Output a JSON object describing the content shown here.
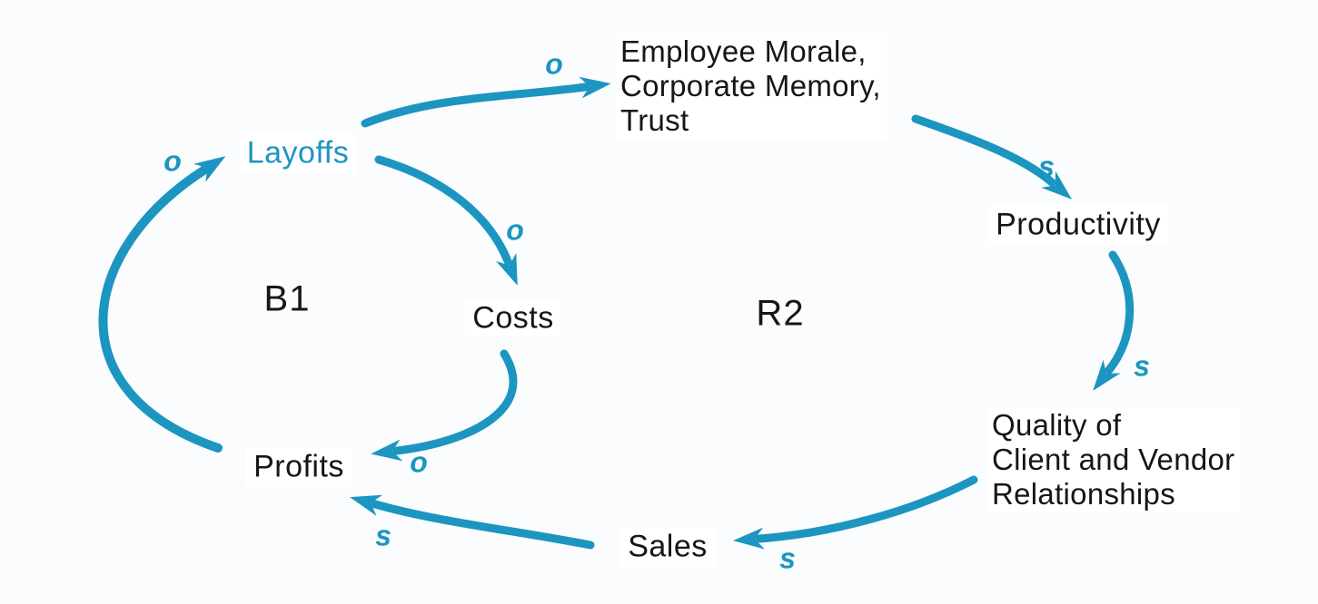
{
  "colors": {
    "accent": "#1C95C1",
    "text": "#161616",
    "background": "#FAFCFD"
  },
  "loops": [
    {
      "label": "B1"
    },
    {
      "label": "R2"
    }
  ],
  "nodes": [
    {
      "id": "layoffs",
      "lines": [
        "Layoffs"
      ]
    },
    {
      "id": "employee-morale",
      "lines": [
        "Employee Morale,",
        "Corporate Memory,",
        "Trust"
      ]
    },
    {
      "id": "productivity",
      "lines": [
        "Productivity"
      ]
    },
    {
      "id": "quality-relationships",
      "lines": [
        "Quality of",
        "Client and Vendor",
        "Relationships"
      ]
    },
    {
      "id": "sales",
      "lines": [
        "Sales"
      ]
    },
    {
      "id": "profits",
      "lines": [
        "Profits"
      ]
    },
    {
      "id": "costs",
      "lines": [
        "Costs"
      ]
    }
  ],
  "edges": [
    {
      "from": "profits",
      "to": "layoffs",
      "polarity": "o"
    },
    {
      "from": "layoffs",
      "to": "costs",
      "polarity": "o"
    },
    {
      "from": "costs",
      "to": "profits",
      "polarity": "o"
    },
    {
      "from": "layoffs",
      "to": "employee-morale",
      "polarity": "o"
    },
    {
      "from": "employee-morale",
      "to": "productivity",
      "polarity": "s"
    },
    {
      "from": "productivity",
      "to": "quality-relationships",
      "polarity": "s"
    },
    {
      "from": "quality-relationships",
      "to": "sales",
      "polarity": "s"
    },
    {
      "from": "sales",
      "to": "profits",
      "polarity": "s"
    }
  ]
}
